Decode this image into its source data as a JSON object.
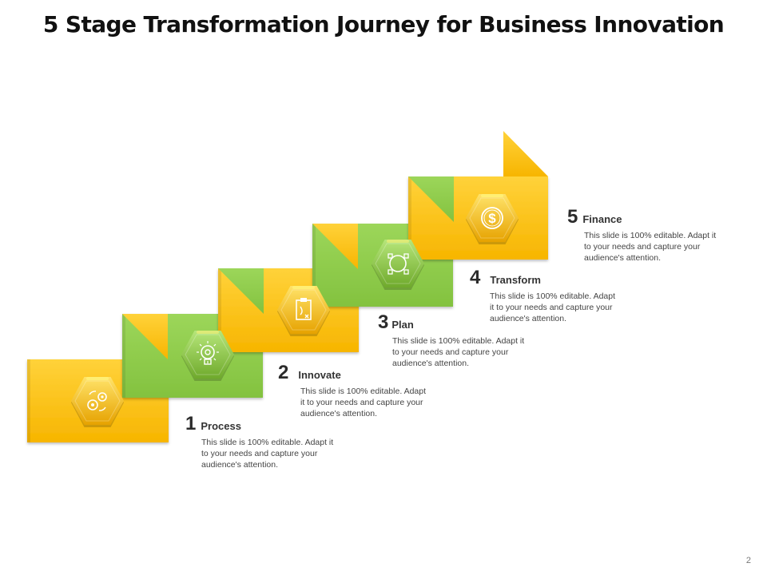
{
  "title": "5 Stage Transformation Journey for Business Innovation",
  "page_number": "2",
  "colors": {
    "yellow": "#FFC000",
    "yellow_dark": "#C99100",
    "green": "#92D050",
    "green_dark": "#4E7A1F",
    "hex_light_yellow": "#FFF176"
  },
  "stages": [
    {
      "number": "1",
      "label": "Process",
      "icon": "gears-icon",
      "color": "yellow",
      "description": "This slide is 100% editable. Adapt it to your needs and capture your audience's attention."
    },
    {
      "number": "2",
      "label": "Innovate",
      "icon": "lightbulb-icon",
      "color": "green",
      "description": "This slide is 100% editable. Adapt it to your needs and capture your audience's attention."
    },
    {
      "number": "3",
      "label": "Plan",
      "icon": "clipboard-icon",
      "color": "yellow",
      "description": "This slide is 100% editable. Adapt it to your needs and capture your audience's attention."
    },
    {
      "number": "4",
      "label": "Transform",
      "icon": "cycle-icon",
      "color": "green",
      "description": "This slide is 100% editable. Adapt it to your needs and capture your audience's attention."
    },
    {
      "number": "5",
      "label": "Finance",
      "icon": "dollar-icon",
      "color": "yellow",
      "description": "This slide is 100% editable. Adapt it to your needs and capture your audience's attention."
    }
  ]
}
